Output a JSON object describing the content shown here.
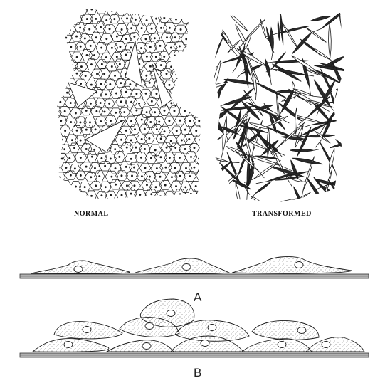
{
  "figure": {
    "top_left_label": "NORMAL",
    "top_right_label": "TRANSFORMED",
    "bottom_upper_label": "A",
    "bottom_lower_label": "B"
  },
  "colors": {
    "ink": "#1a1a1a",
    "paper": "#ffffff",
    "substrate": "#9a9a9a"
  }
}
